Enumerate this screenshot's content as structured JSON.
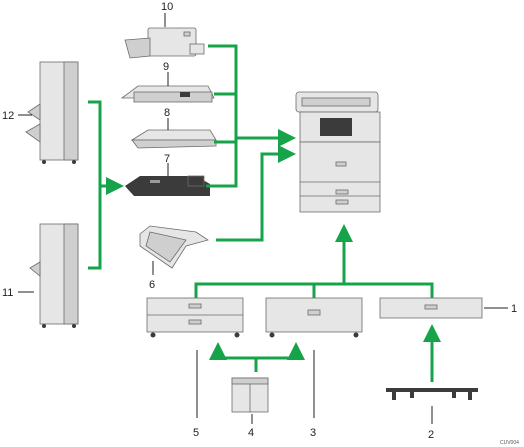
{
  "callouts": [
    "1",
    "2",
    "3",
    "4",
    "5",
    "6",
    "7",
    "8",
    "9",
    "10",
    "11",
    "12"
  ],
  "figure_code": "CUV004",
  "colors": {
    "arrow": "#16a34a",
    "outline": "#6b6b6b",
    "body": "#e6e6e6",
    "dark": "#3b3b3b"
  }
}
